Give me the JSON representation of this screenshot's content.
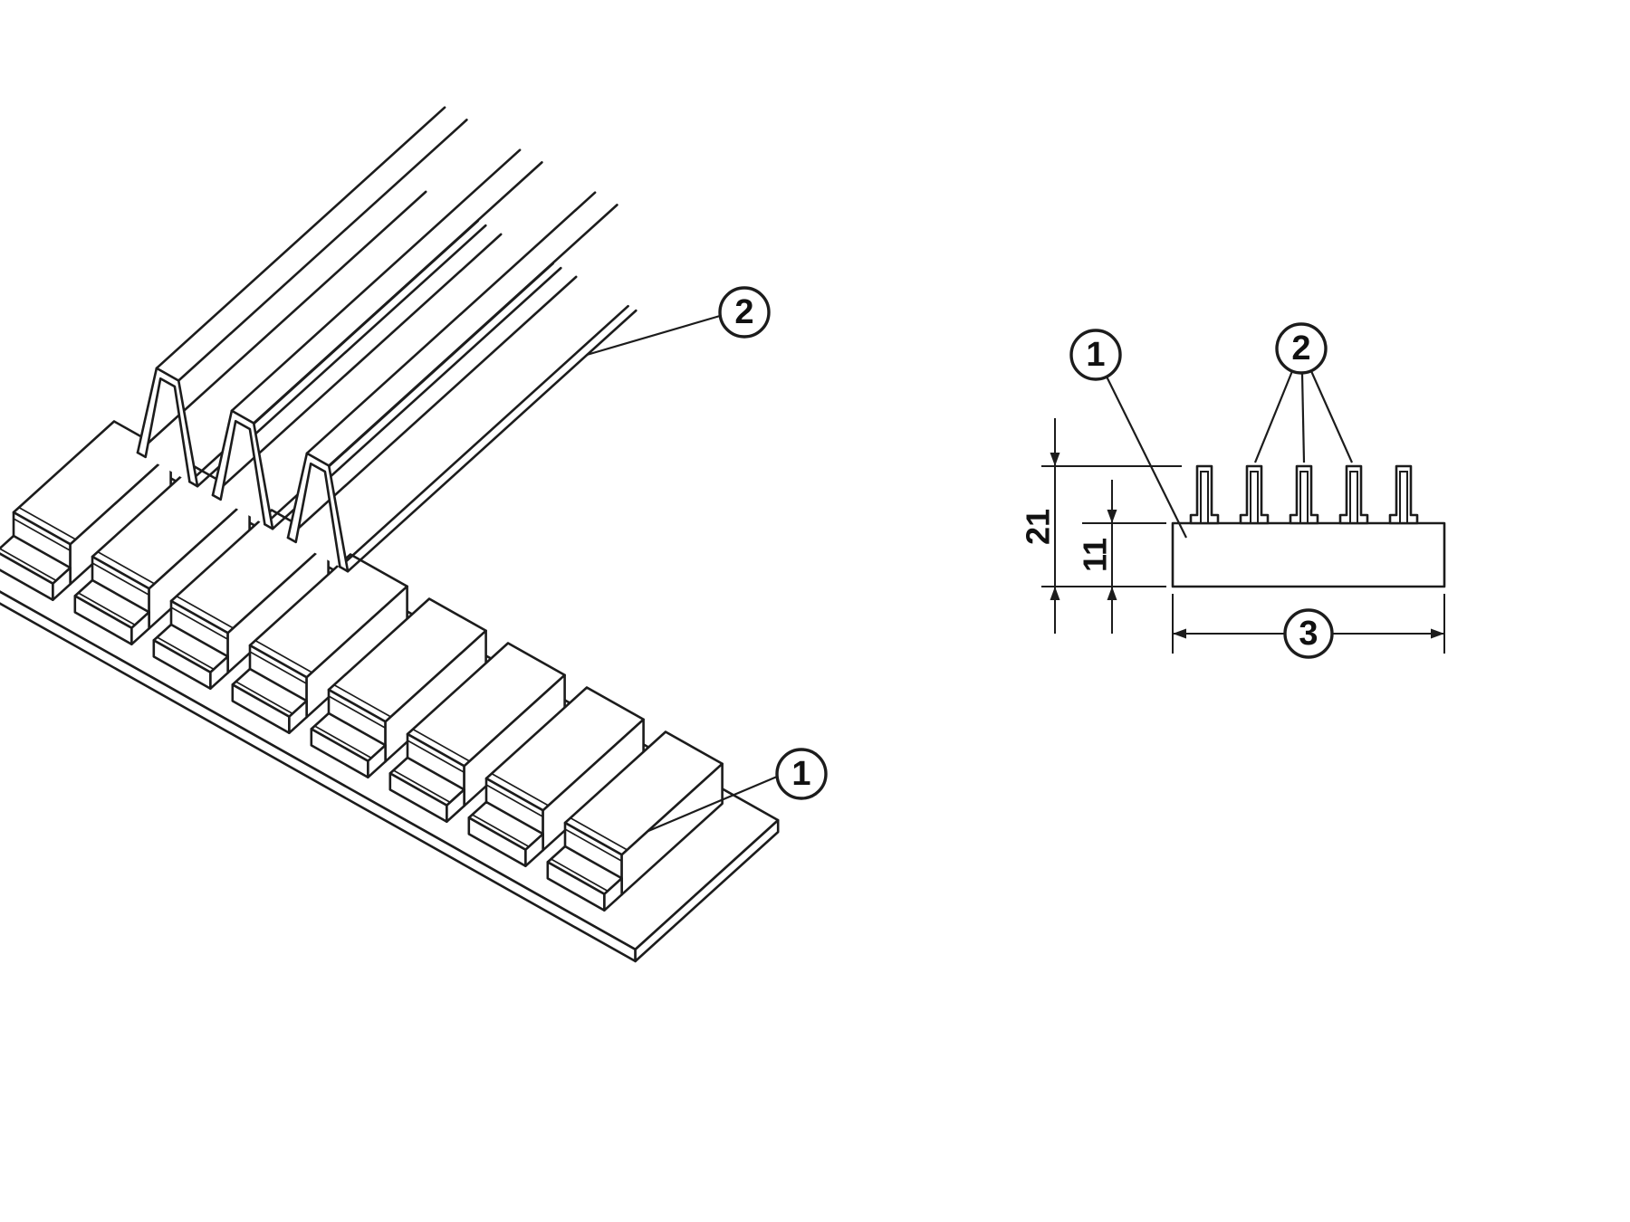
{
  "page": {
    "background": "#ffffff",
    "line_color": "#1c1c1c"
  },
  "isometric_view": {
    "description": "perspective-view-of-base-profile-with-glide-channel-inserts",
    "callouts": [
      {
        "part": "base-profile",
        "label": "1"
      },
      {
        "part": "glide-insert",
        "label": "2"
      }
    ]
  },
  "cross_section_view": {
    "description": "cross-section-of-base-profile-with-five-ribs",
    "callouts": [
      {
        "part": "base-profile",
        "label": "1"
      },
      {
        "part": "glide-insert-ribs",
        "label": "2"
      },
      {
        "part": "overall-width",
        "label": "3"
      }
    ],
    "dimensions": {
      "total_height": "21",
      "base_height": "11"
    }
  }
}
